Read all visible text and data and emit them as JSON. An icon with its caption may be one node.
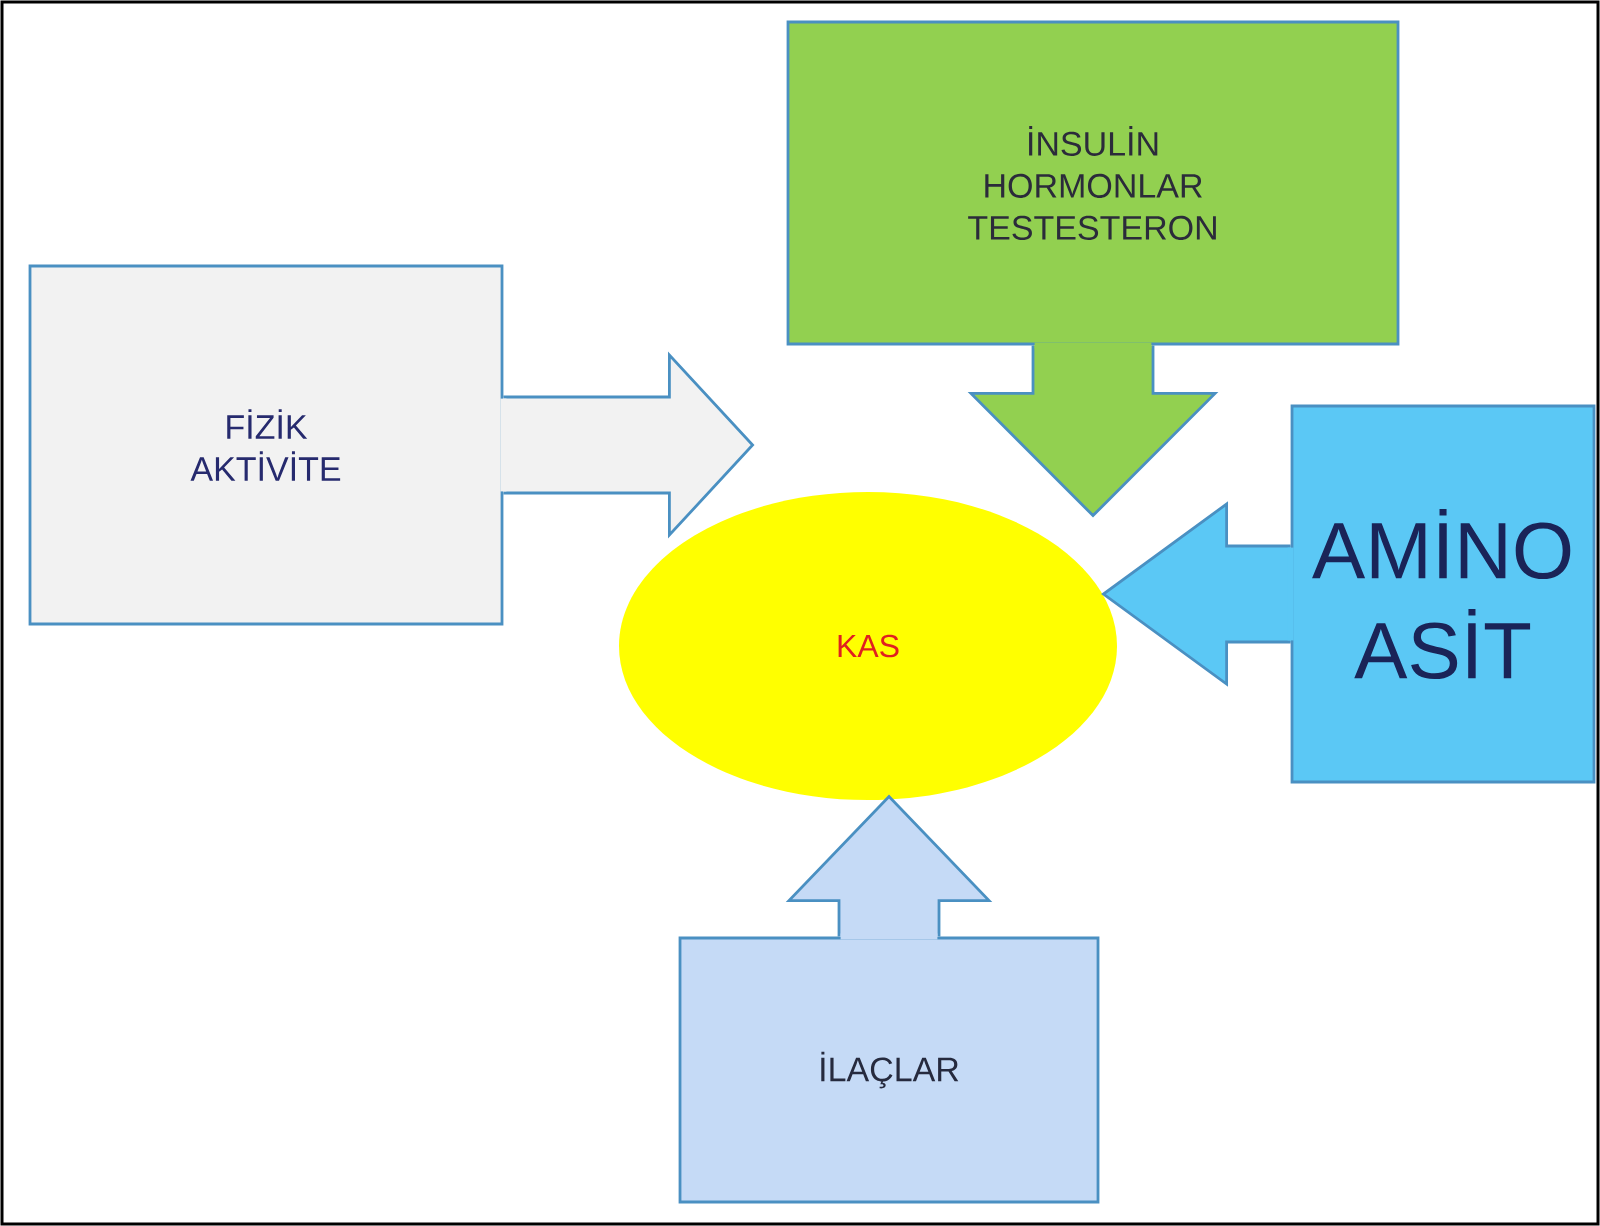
{
  "diagram": {
    "nodes": [
      {
        "text": [
          "İNSULİN HORMONLAR TESTESTERON"
        ]
      },
      {
        "text": [
          "FİZİK AKTİVİTE"
        ]
      },
      {
        "text": [
          "AMİNO ASİT"
        ]
      },
      {
        "text": [
          "KAS"
        ]
      },
      {
        "text": [
          "İLAÇLAR"
        ]
      }
    ],
    "edges": [
      {
        "from": 0,
        "to": 3,
        "arrow": "to"
      },
      {
        "from": 1,
        "to": 3,
        "arrow": "to"
      },
      {
        "from": 2,
        "to": 3,
        "arrow": "to"
      },
      {
        "from": 4,
        "to": 3,
        "arrow": "to"
      }
    ]
  }
}
